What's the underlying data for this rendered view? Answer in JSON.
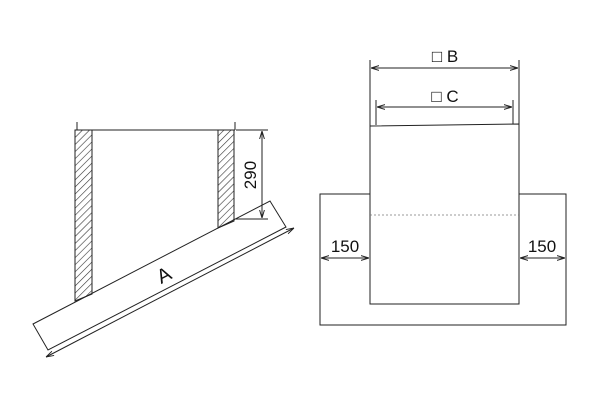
{
  "side_view": {
    "dim_height": "290",
    "dim_length": "A"
  },
  "plan_view": {
    "dim_outer": "□ B",
    "dim_inner": "□ C",
    "dim_left_margin": "150",
    "dim_right_margin": "150"
  },
  "colors": {
    "line": "#222222",
    "hatch": "#333333",
    "hidden_line": "#777777"
  }
}
